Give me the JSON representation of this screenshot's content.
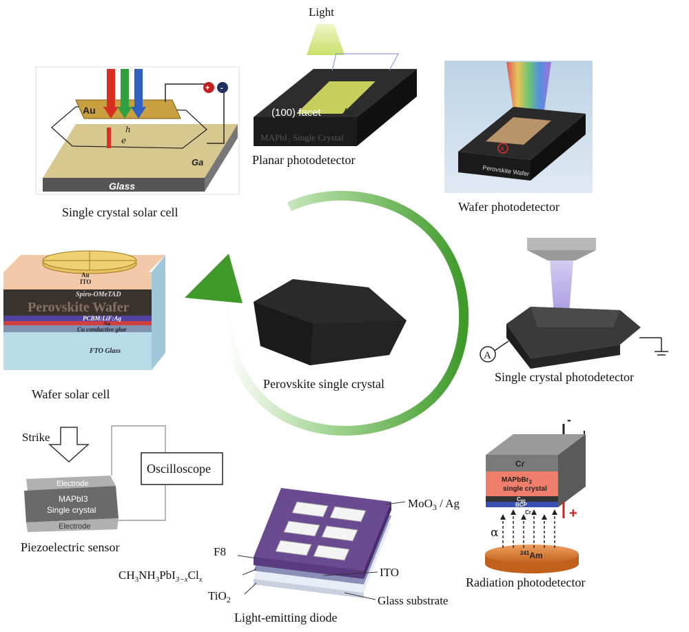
{
  "center": {
    "label": "Perovskite single crystal"
  },
  "panels": {
    "single_crystal_solar_cell": {
      "caption": "Single crystal solar cell",
      "au": "Au",
      "ga": "Ga",
      "glass": "Glass",
      "plus": "+",
      "minus": "-",
      "h": "h",
      "e": "e"
    },
    "planar_photodetector": {
      "caption": "Planar photodetector",
      "light": "Light",
      "facet": "(100) facet",
      "au": "Au",
      "crystal": "MAPbI₃ Single Crystal"
    },
    "wafer_photodetector": {
      "caption": "Wafer photodetector",
      "wafer": "Perovskite Wafer",
      "ammeter": "A"
    },
    "wafer_solar_cell": {
      "caption": "Wafer solar cell",
      "layers": [
        "Au",
        "ITO",
        "Spiro-OMeTAD",
        "Perovskite Wafer",
        "PCBM:LiF:Ag",
        "Au",
        "Cu conductive glue",
        "FTO Glass"
      ]
    },
    "single_crystal_photodetector": {
      "caption": "Single crystal photodetector",
      "ammeter": "A"
    },
    "piezoelectric_sensor": {
      "caption": "Piezoelectric sensor",
      "strike": "Strike",
      "oscilloscope": "Oscilloscope",
      "electrode_top": "Electrode",
      "crystal_line1": "MAPbI3",
      "crystal_line2": "Single crystal",
      "electrode_bottom": "Electrode"
    },
    "light_emitting_diode": {
      "caption": "Light-emitting diode",
      "moo3": "MoO",
      "moo3_sub": "3",
      "moo3_rest": " / Ag",
      "f8": "F8",
      "perov_pre": "CH",
      "perov_s1": "3",
      "perov_mid": "NH",
      "perov_s2": "3",
      "perov_mid2": "PbI",
      "perov_s3": "3−x",
      "perov_mid3": "Cl",
      "perov_s4": "x",
      "ito": "ITO",
      "tio2": "TiO",
      "tio2_sub": "2",
      "glass": "Glass substrate"
    },
    "radiation_photodetector": {
      "caption": "Radiation photodetector",
      "cr_top": "Cr",
      "crystal_line1": "MAPbBr",
      "crystal_sub": "3",
      "crystal_line2": "single crystal",
      "c60": "C",
      "c60_sub": "60",
      "bcp": "BCP",
      "cr_bottom": "Cr",
      "alpha": "α",
      "source_sup": "241",
      "source": "Am",
      "minus": "-",
      "plus": "+"
    }
  },
  "colors": {
    "arrow": "#3f9a2a",
    "crystal": "#2b2b2b",
    "perovskite_layer": "#ef7f6a"
  }
}
